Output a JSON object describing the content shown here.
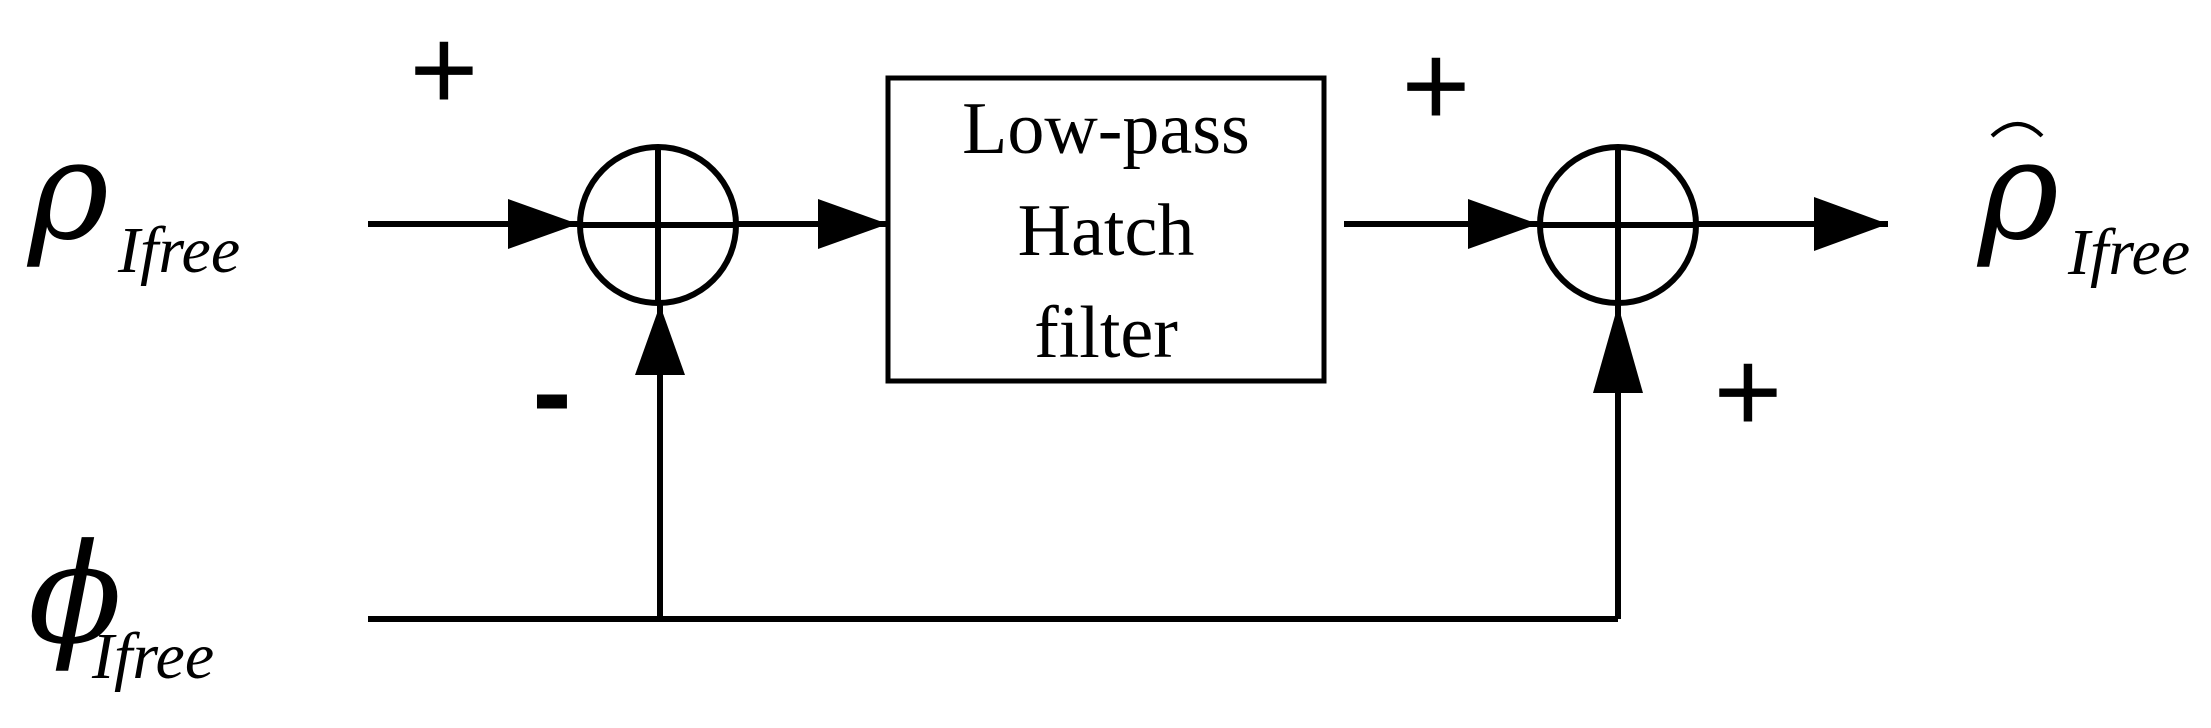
{
  "filter_block": {
    "lines": [
      "Low-pass",
      "Hatch",
      "filter"
    ]
  },
  "inputs": {
    "rho": {
      "symbol": "ρ",
      "subscript": "Ifree"
    },
    "phi": {
      "symbol": "ϕ",
      "subscript": "Ifree"
    }
  },
  "output": {
    "symbol": "ρ",
    "subscript": "Ifree",
    "hat": true
  },
  "signs": {
    "sum1_top": "+",
    "sum1_bottom": "-",
    "sum2_top": "+",
    "sum2_bottom": "+"
  }
}
